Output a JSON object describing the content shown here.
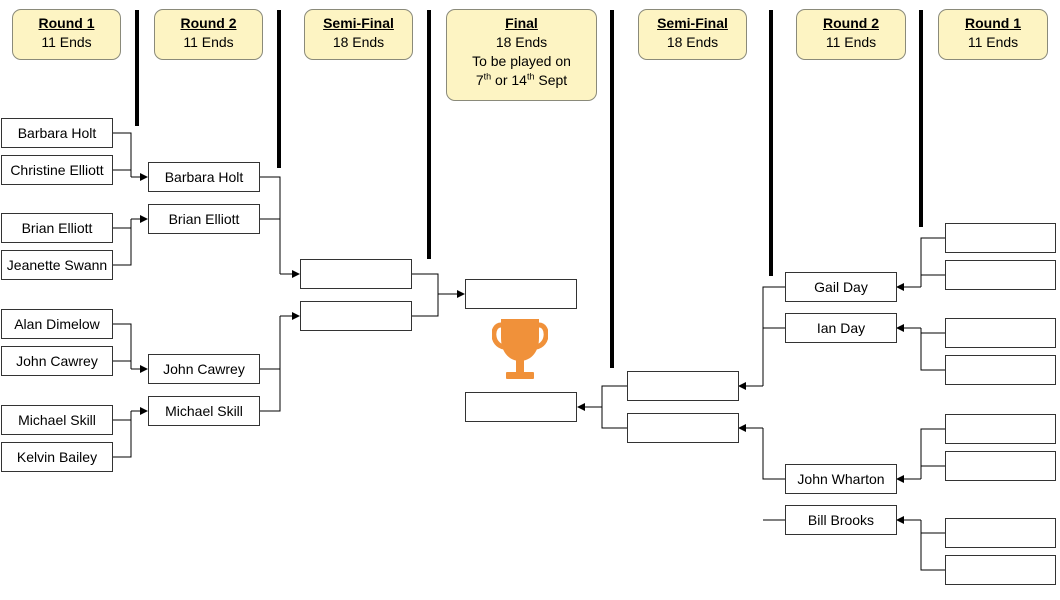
{
  "headers": {
    "left_round1": {
      "title": "Round 1",
      "ends": "11 Ends"
    },
    "left_round2": {
      "title": "Round 2",
      "ends": "11 Ends"
    },
    "left_semi": {
      "title": "Semi-Final",
      "ends": "18 Ends"
    },
    "final": {
      "title": "Final",
      "ends": "18 Ends",
      "note_line1": "To be played on",
      "note_date1": "7",
      "note_sup1": "th",
      "note_or": " or 14",
      "note_sup2": "th",
      "note_sept": " Sept"
    },
    "right_semi": {
      "title": "Semi-Final",
      "ends": "18 Ends"
    },
    "right_round2": {
      "title": "Round 2",
      "ends": "11 Ends"
    },
    "right_round1": {
      "title": "Round 1",
      "ends": "11 Ends"
    }
  },
  "left": {
    "round1": [
      "Barbara Holt",
      "Christine Elliott",
      "Brian Elliott",
      "Jeanette Swann",
      "Alan Dimelow",
      "John Cawrey",
      "Michael Skill",
      "Kelvin Bailey"
    ],
    "round2": [
      "Barbara Holt",
      "Brian Elliott",
      "John Cawrey",
      "Michael Skill"
    ],
    "semi": [
      "",
      ""
    ]
  },
  "final": [
    "",
    ""
  ],
  "right": {
    "semi": [
      "",
      ""
    ],
    "round2": [
      "Gail Day",
      "Ian Day",
      "John Wharton",
      "Bill Brooks"
    ],
    "round1": [
      "",
      "",
      "",
      "",
      "",
      "",
      "",
      ""
    ]
  },
  "trophy_icon": "trophy-icon",
  "colors": {
    "header_fill": "#fdf4c3",
    "trophy": "#f0913a"
  }
}
